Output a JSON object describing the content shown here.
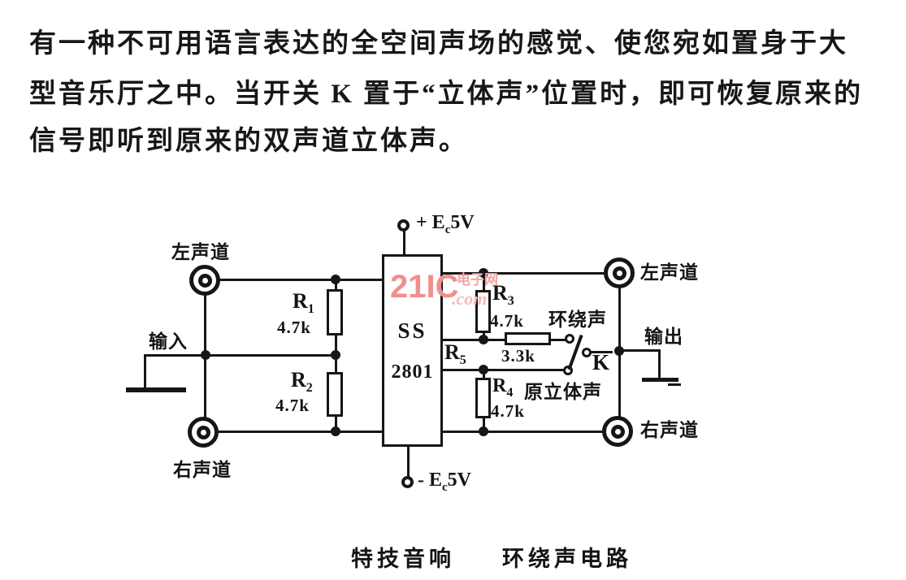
{
  "paragraph": {
    "lines": [
      "有一种不可用语言表达的全空间声场的感觉、使您宛如置身于大",
      "型音乐厅之中。当开关 K 置于“立体声”位置时，即可恢复原来的",
      "信号即听到原来的双声道立体声。"
    ]
  },
  "circuit": {
    "ic": {
      "line1": "SS",
      "line2": "2801"
    },
    "power": {
      "top": {
        "pre": "+ E",
        "sub": "c",
        "post": "5V"
      },
      "bottom": {
        "pre": "- E",
        "sub": "c",
        "post": "5V"
      }
    },
    "jacks": {
      "left_top": "左声道",
      "left_bottom": "右声道",
      "right_top": "左声道",
      "right_bottom": "右声道"
    },
    "ports": {
      "input": "输入",
      "output": "输出"
    },
    "resistors": {
      "r1": {
        "ref": "R",
        "sub": "1",
        "value": "4.7k"
      },
      "r2": {
        "ref": "R",
        "sub": "2",
        "value": "4.7k"
      },
      "r3": {
        "ref": "R",
        "sub": "3",
        "value": "4.7k"
      },
      "r4": {
        "ref": "R",
        "sub": "4",
        "value": "4.7k"
      },
      "r5": {
        "ref": "R",
        "sub": "5",
        "value": "3.3k"
      }
    },
    "switch": {
      "label": "K",
      "position_surround": "环绕声",
      "position_stereo": "原立体声"
    }
  },
  "watermark": {
    "brand": "21IC",
    "domain": ".com",
    "site": "电子网",
    "color": "#ef8f8f"
  },
  "caption": {
    "title": "特技音响",
    "subtitle": "环绕声电路"
  }
}
